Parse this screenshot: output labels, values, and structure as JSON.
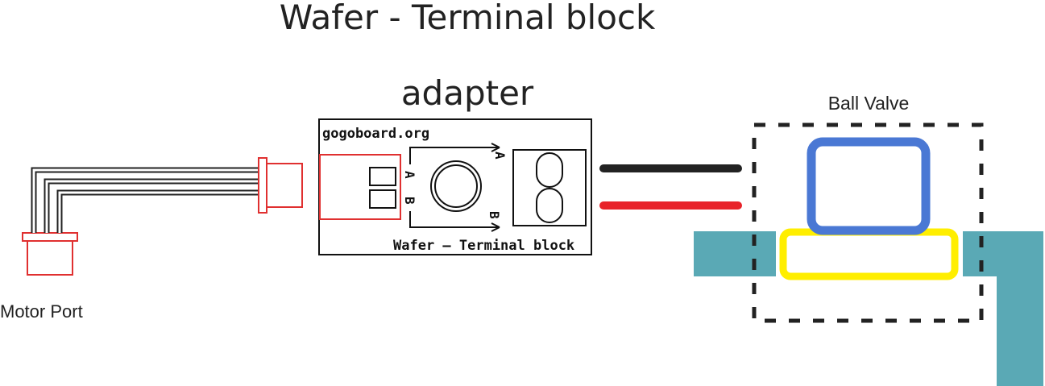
{
  "title": {
    "line1": "Wafer - Terminal block",
    "line2": "adapter"
  },
  "board": {
    "url": "gogoboard.org",
    "label": "Wafer – Terminal block",
    "pin_a_left": "A",
    "pin_b_left": "B",
    "pin_a_right": "A",
    "pin_b_right": "B"
  },
  "labels": {
    "motor_port": "Motor Port",
    "ball_valve": "Ball Valve"
  },
  "colors": {
    "connector_red": "#e03030",
    "wire_black": "#222222",
    "wire_red": "#e8232a",
    "valve_blue": "#4a78d4",
    "valve_yellow": "#ffee00",
    "pipe_teal": "#5aa9b5"
  }
}
